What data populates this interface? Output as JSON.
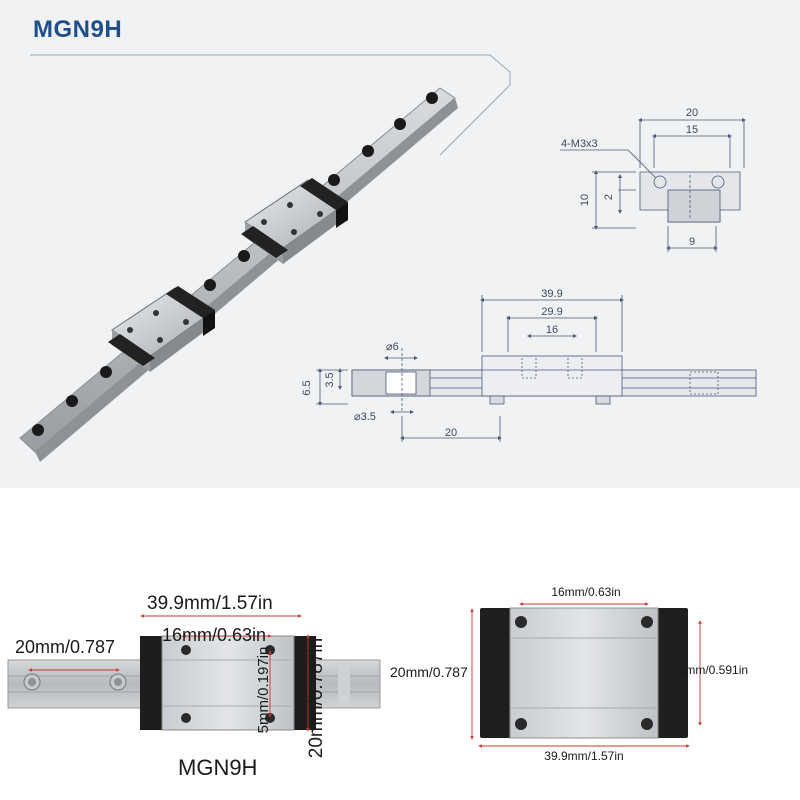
{
  "title": "MGN9H",
  "front_view": {
    "callout": "4-M3x3",
    "width_outer": "20",
    "width_inner": "15",
    "height": "10",
    "offset": "2",
    "rail_width": "9"
  },
  "side_view": {
    "block_length": "39.9",
    "inner_length": "29.9",
    "hole_pitch": "16",
    "hole_dia": "⌀6",
    "total_height": "6.5",
    "rail_height": "3.5",
    "bolt_dia": "⌀3.5",
    "rail_pitch": "20"
  },
  "bottom_left": {
    "length": "39.9mm/1.57in",
    "hole_pitch": "16mm/0.63in",
    "rail_pitch": "20mm/0.787",
    "offset": "5mm/0.197in",
    "width": "20mm/0.787in",
    "caption": "MGN9H"
  },
  "bottom_right": {
    "top": "16mm/0.63in",
    "left": "20mm/0.787",
    "right": "15mm/0.591in",
    "bottom": "39.9mm/1.57in"
  }
}
